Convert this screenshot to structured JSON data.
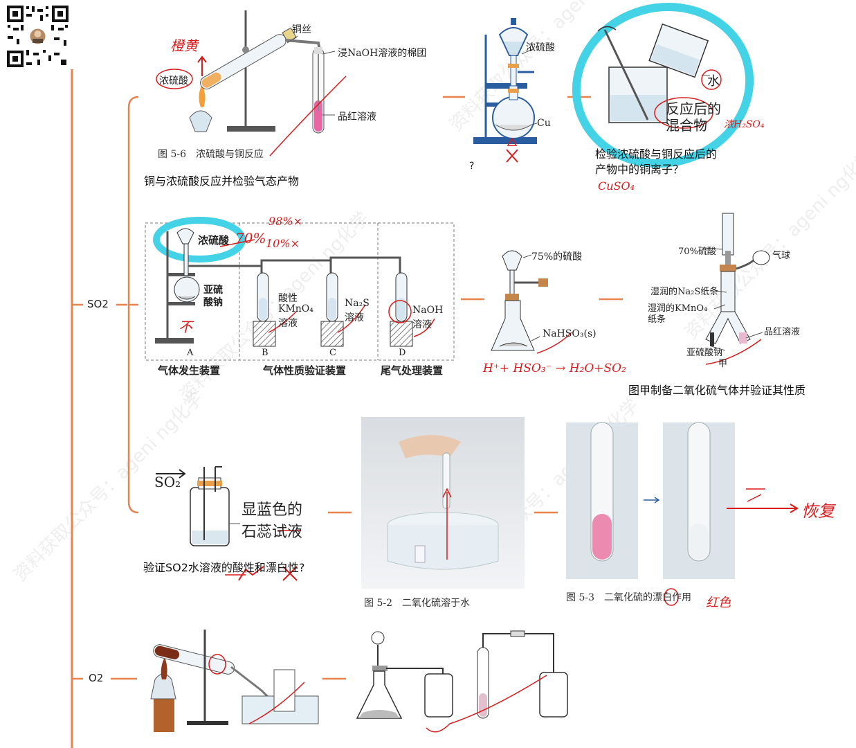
{
  "colors": {
    "branch": "#e8834e",
    "ink": "#d81b1b",
    "highlight": "#43d2e6",
    "pink": "#e0528f"
  },
  "mindmap": {
    "so2_label": "SO2",
    "o2_label": "O2"
  },
  "watermark": {
    "text": "资料获取公众号：ageni ng化学"
  },
  "section1": {
    "fig1": {
      "label_copper_wire": "铜丝",
      "label_cotton": "浸NaOH溶液的棉团",
      "label_acid": "浓硫酸",
      "label_pinkred": "品红溶液",
      "figure_caption": "图 5-6　浓硫酸与铜反应",
      "caption": "铜与浓硫酸反应并检验气态产物",
      "ink_note": "橙黄"
    },
    "fig2": {
      "label_acid": "浓硫酸",
      "label_cu": "Cu",
      "question": "?"
    },
    "fig3": {
      "label_water": "水",
      "label_mixture_line1": "反应后的",
      "label_mixture_line2": "混合物",
      "ink_note": "浓H₂SO₄",
      "caption_line1": "检验浓硫酸与铜反应后的",
      "caption_line2": "产物中的铜离子？",
      "ink_note2": "CuSO₄"
    }
  },
  "section2": {
    "fig4": {
      "label_acid": "浓硫酸",
      "ink_70": "70%",
      "ink_98": "98%×",
      "ink_10": "10%×",
      "label_sulfite_line1": "亚硫",
      "label_sulfite_line2": "酸钠",
      "label_kmno4_line1": "酸性",
      "label_kmno4_line2": "KMnO₄",
      "label_kmno4_line3": "溶液",
      "label_na2s_line1": "Na₂S",
      "label_na2s_line2": "溶液",
      "label_naoh_line1": "NaOH",
      "label_naoh_line2": "溶液",
      "label_A": "A",
      "label_B": "B",
      "label_C": "C",
      "label_D": "D",
      "section_gen": "气体发生装置",
      "section_verify": "气体性质验证装置",
      "section_tail": "尾气处理装置",
      "ink_note": "不"
    },
    "fig5": {
      "label_acid": "75%的硫酸",
      "label_solid": "NaHSO₃(s)",
      "ink_equation": "H⁺+ HSO₃⁻ → H₂O+SO₂"
    },
    "fig6": {
      "label_acid": "70%硫酸",
      "label_balloon": "气球",
      "label_na2s_paper": "湿润的Na₂S纸条",
      "label_kmno4_line1": "湿润的KMnO₄",
      "label_kmno4_line2": "纸条",
      "label_pinkred": "品红溶液",
      "label_sulfite_line1": "亚硫酸钠",
      "label_sulfite_line2": "甲",
      "caption": "图甲制备二氧化硫气体并验证其性质"
    }
  },
  "section3": {
    "fig7": {
      "label_so2": "SO₂",
      "label_blue_line1": "显蓝色的",
      "label_blue_line2": "石蕊试液",
      "caption": "验证SO2水溶液的酸性和漂白性?"
    },
    "fig8": {
      "figure_caption": "图 5-2　二氧化硫溶于水"
    },
    "fig9": {
      "figure_caption": "图 5-3　二氧化硫的漂白作用",
      "ink_note": "恢复",
      "ink_note2": "红色"
    }
  },
  "section4": {}
}
